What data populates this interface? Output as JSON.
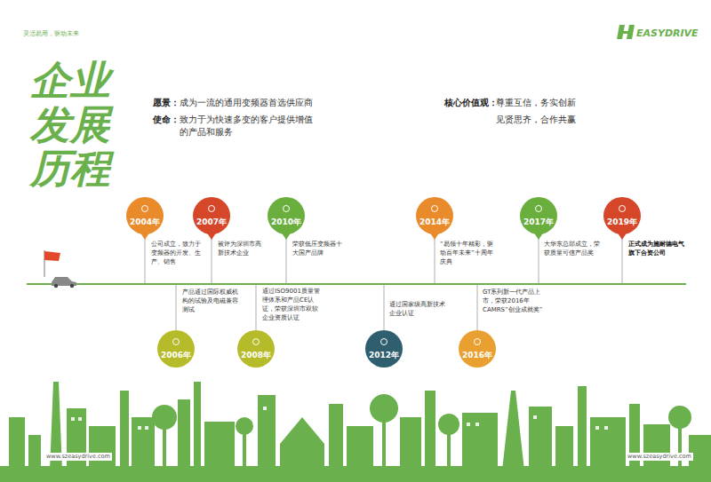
{
  "diagram": {
    "title": "企业发展历程",
    "nodes": [
      {
        "text": [
          "2004年",
          "公司成立，致力于变频器的开发、生产、销售"
        ]
      },
      {
        "text": [
          "2006年",
          "产品通过国际权威机构的试验及电磁兼容测试"
        ]
      },
      {
        "text": [
          "2007年",
          "被评为深圳市高新技术企业"
        ]
      },
      {
        "text": [
          "2008年",
          "通过ISO9001质量管理体系和产品CE认证，荣获深圳市双软企业资质认证"
        ]
      },
      {
        "text": [
          "2010年",
          "荣获低压变频器十大国产品牌"
        ]
      },
      {
        "text": [
          "2012年",
          "通过国家级高新技术企业认证"
        ]
      },
      {
        "text": [
          "2014年",
          "“易领十年精彩，驱动百年未来”十周年庆典"
        ]
      },
      {
        "text": [
          "2016年",
          "GT系列新一代产品上市，荣获2016年CAMRS“创业成就奖”"
        ]
      },
      {
        "text": [
          "2017年",
          "大华东总部成立，荣获质量可信产品奖"
        ]
      },
      {
        "text": [
          "2019年",
          "正式成为施耐德电气旗下合资公司"
        ]
      }
    ],
    "labels": [
      "灵活易用，驱动未来",
      "EASYDRIVE",
      "愿景：",
      "成为一流的通用变频器首选供应商",
      "使命：",
      "致力于为快速多变的客户提供增值的产品和服务",
      "核心价值观：",
      "尊重互信，务实创新",
      "见贤思齐，合作共赢",
      "www.szeasydrive.com",
      "www.szeasydrive.com"
    ]
  }
}
